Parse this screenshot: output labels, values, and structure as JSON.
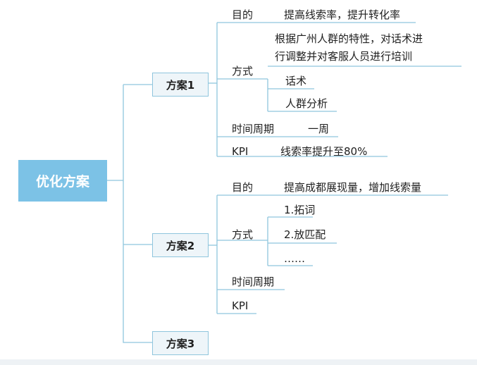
{
  "root": "优化方案",
  "plan1": {
    "label": "方案1",
    "goal_key": "目的",
    "goal_val": "提高线索率，提升转化率",
    "method_key": "方式",
    "method_line1": "根据广州人群的特性，对话术进",
    "method_line2": "行调整并对客服人员进行培训",
    "method_sub1": "话术",
    "method_sub2": "人群分析",
    "period_key": "时间周期",
    "period_val": "一周",
    "kpi_key": "KPI",
    "kpi_val": "线索率提升至80%"
  },
  "plan2": {
    "label": "方案2",
    "goal_key": "目的",
    "goal_val": "提高成都展现量，增加线索量",
    "method_key": "方式",
    "method_sub1": "1.拓词",
    "method_sub2": "2.放匹配",
    "method_sub3": "……",
    "period_key": "时间周期",
    "kpi_key": "KPI"
  },
  "plan3": {
    "label": "方案3"
  }
}
